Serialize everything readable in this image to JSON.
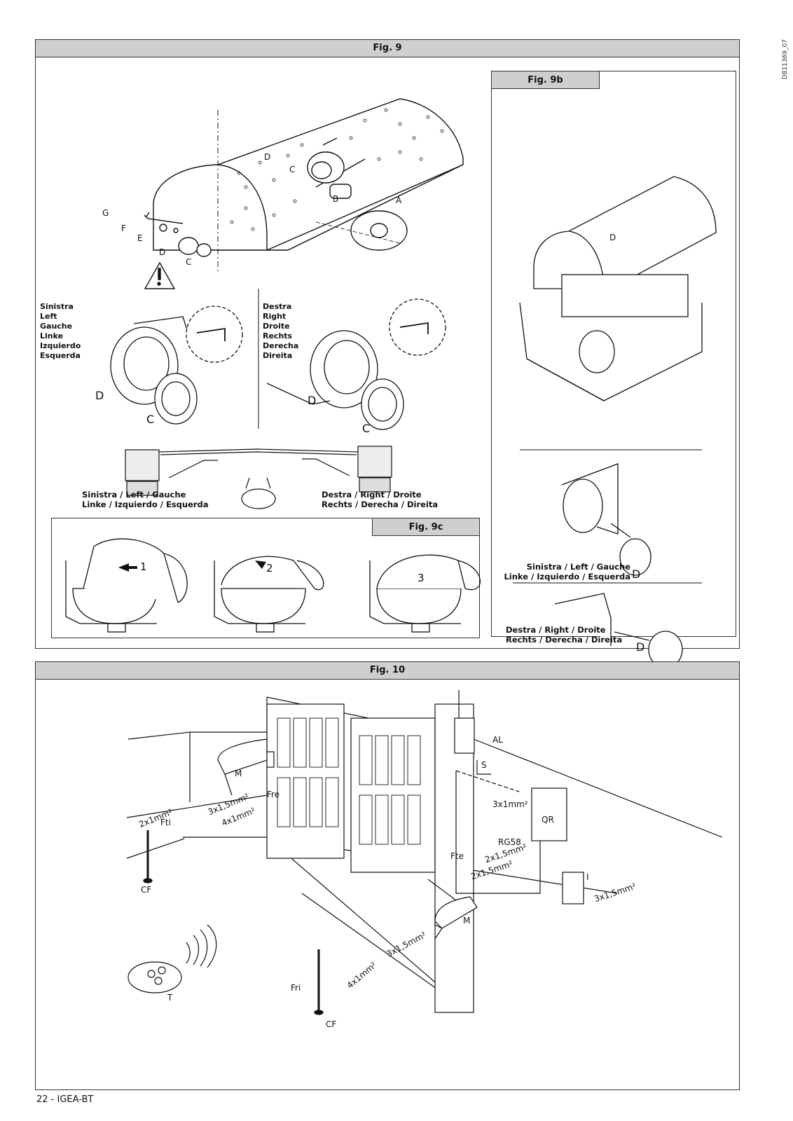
{
  "doc_code": "D811369_07",
  "fig9": {
    "title": "Fig. 9",
    "part_labels": {
      "A": "A",
      "B": "B",
      "C": "C",
      "D": "D",
      "E": "E",
      "F": "F",
      "G": "G"
    },
    "left_list": [
      "Sinistra",
      "Left",
      "Gauche",
      "Linke",
      "Izquierdo",
      "Esquerda"
    ],
    "right_list": [
      "Destra",
      "Right",
      "Droite",
      "Rechts",
      "Derecha",
      "Direita"
    ],
    "left_caption_1": "Sinistra / Left / Gauche",
    "left_caption_2": "Linke / Izquierdo / Esquerda",
    "right_caption_1": "Destra / Right / Droite",
    "right_caption_2": "Rechts / Derecha / Direita"
  },
  "fig9b": {
    "title": "Fig. 9b",
    "caption_left_1": "Sinistra / Left / Gauche",
    "caption_left_2": "Linke / Izquierdo / Esquerda",
    "caption_right_1": "Destra / Right / Droite",
    "caption_right_2": "Rechts / Derecha / Direita",
    "label_d": "D"
  },
  "fig9c": {
    "title": "Fig. 9c",
    "steps": [
      "1",
      "2",
      "3"
    ]
  },
  "fig10": {
    "title": "Fig. 10",
    "labels": {
      "AL": "AL",
      "S": "S",
      "M": "M",
      "Fre": "Fre",
      "QR": "QR",
      "RG58": "RG58",
      "Fte": "Fte",
      "I": "I",
      "Fti": "Fti",
      "CF": "CF",
      "Fri": "Fri",
      "T": "T"
    },
    "cables": {
      "c1": "2x1mm²",
      "c2": "3x1,5mm²",
      "c3": "4x1mm²",
      "c4": "3x1mm²",
      "c5": "2x1,5mm²",
      "c6": "2x1,5mm²",
      "c7": "3x1,5mm²",
      "c8": "3x1,5mm²",
      "c9": "4x1mm²"
    }
  },
  "footer": "22 - IGEA-BT"
}
